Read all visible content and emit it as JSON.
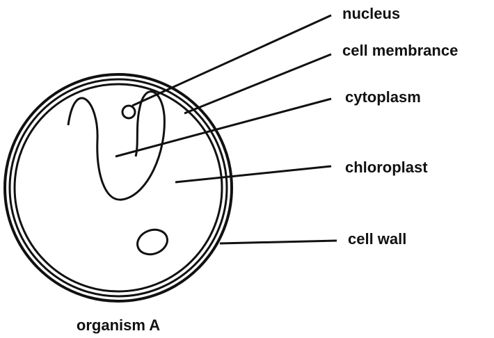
{
  "diagram": {
    "caption": "organism A",
    "labels": {
      "nucleus": "nucleus",
      "cell_membrane": "cell membrance",
      "cytoplasm": "cytoplasm",
      "chloroplast": "chloroplast",
      "cell_wall": "cell wall"
    }
  }
}
